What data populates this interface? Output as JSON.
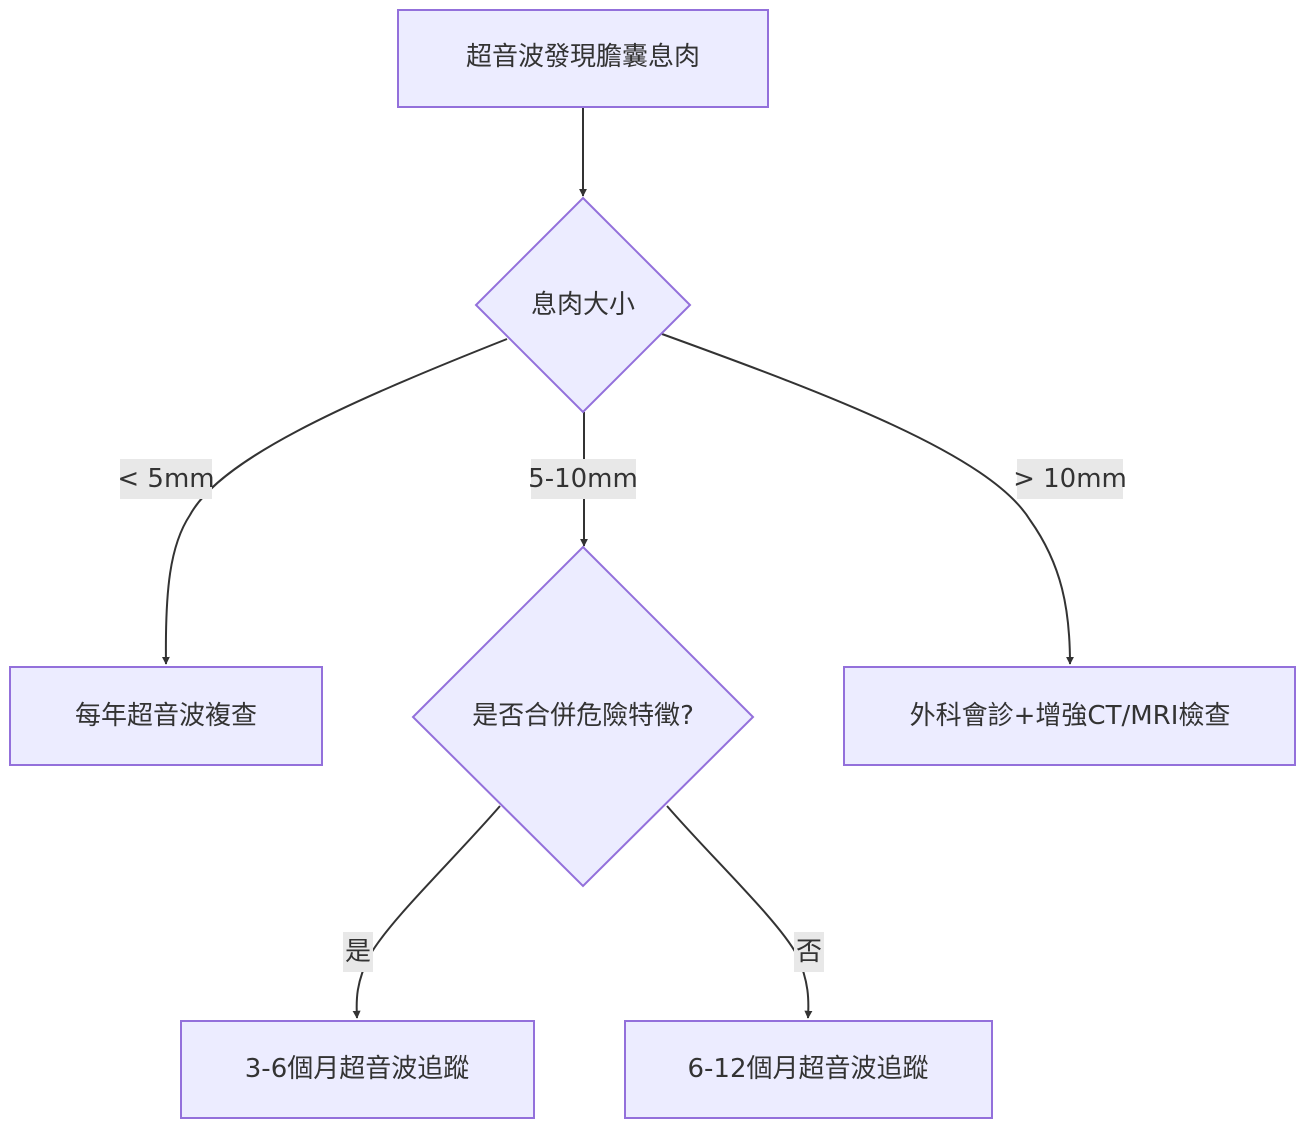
{
  "nodes": {
    "start": "超音波發現膽囊息肉",
    "size_decision": "息肉大小",
    "small_result": "每年超音波複查",
    "risk_decision": "是否合併危險特徵?",
    "large_result": "外科會診+增強CT/MRI檢查",
    "risk_yes_result": "3-6個月超音波追蹤",
    "risk_no_result": "6-12個月超音波追蹤"
  },
  "edges": {
    "small": "< 5mm",
    "medium": "5-10mm",
    "large": "> 10mm",
    "yes": "是",
    "no": "否"
  },
  "colors": {
    "node_fill": "#ececff",
    "node_stroke": "#9370db",
    "edge_stroke": "#333333",
    "label_bg": "#e8e8e8",
    "text": "#333333"
  }
}
